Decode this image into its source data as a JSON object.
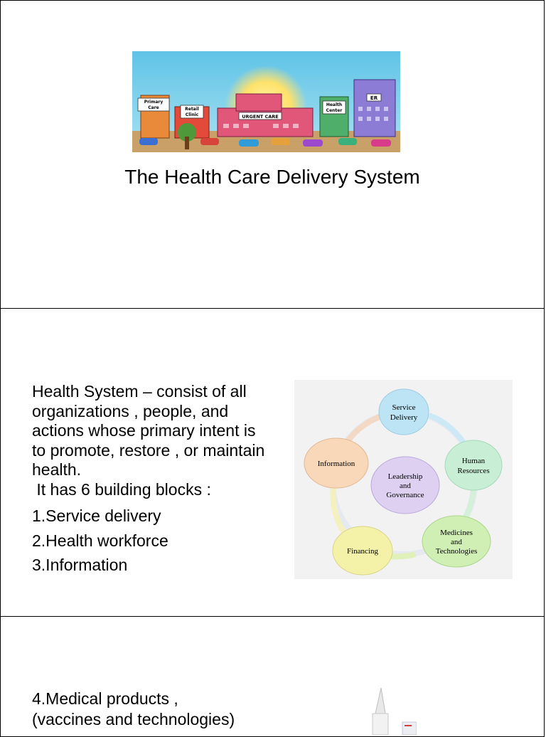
{
  "slide1": {
    "title": "The Health Care Delivery System",
    "illustration": {
      "signs": {
        "primary_care": [
          "Primary",
          "Care"
        ],
        "retail_clinic": [
          "Retail",
          "Clinic"
        ],
        "urgent_care": "URGENT CARE",
        "health_center": [
          "Health",
          "Center"
        ],
        "er": "ER"
      }
    }
  },
  "slide2": {
    "intro": "Health System – consist of all organizations , people, and actions whose primary intent  is to promote, restore , or maintain health.",
    "lead": " It has 6 building blocks :",
    "items": [
      "1.Service delivery",
      "2.Health workforce",
      "3.Information"
    ],
    "diagram": {
      "nodes": {
        "service_delivery": [
          "Service",
          "Delivery"
        ],
        "human_resources": [
          "Human",
          "Resources"
        ],
        "medicines": [
          "Medicines",
          "and",
          "Technologies"
        ],
        "financing": [
          "Financing"
        ],
        "information": [
          "Information"
        ],
        "leadership": [
          "Leadership",
          "and",
          "Governance"
        ]
      },
      "colors": {
        "service_delivery": "#bde4f4",
        "human_resources": "#c8efd6",
        "medicines": "#cfefb4",
        "financing": "#f4f2a8",
        "information": "#f8d8b8",
        "leadership": "#ddd0f0",
        "background": "#f2f2f2"
      }
    }
  },
  "slide3": {
    "lines": [
      "4.Medical products ,",
      "(vaccines and technologies)"
    ]
  }
}
